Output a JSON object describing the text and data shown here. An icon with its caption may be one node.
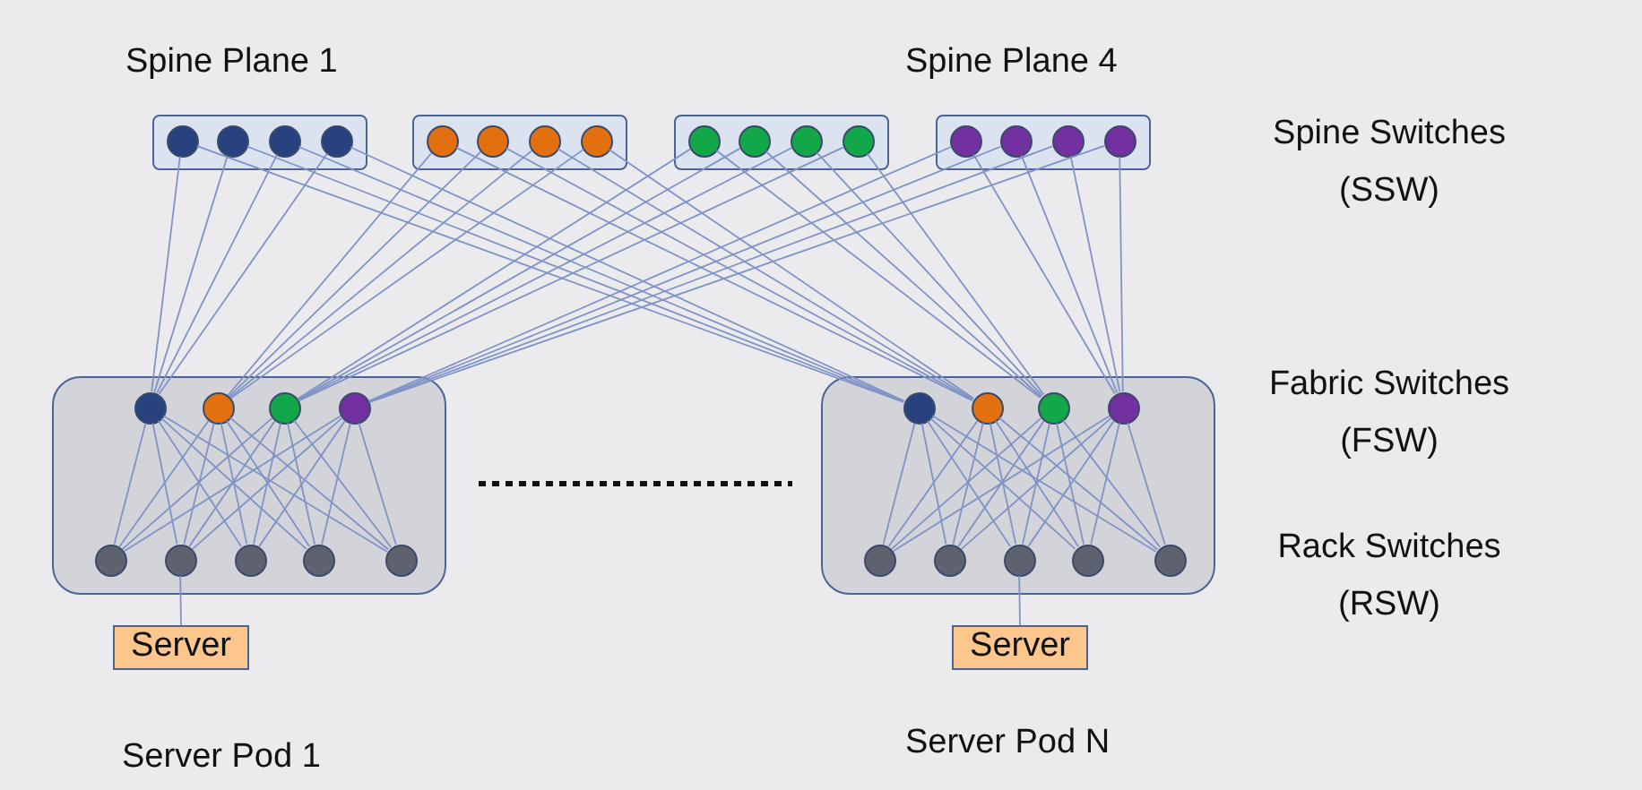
{
  "diagram": {
    "nodes": [
      {
        "text": [],
        "shape": "box",
        "beside": [
          "Spine Plane 1"
        ]
      },
      {
        "text": [],
        "shape": "box"
      },
      {
        "text": [],
        "shape": "box"
      },
      {
        "text": [],
        "shape": "box",
        "beside": [
          "Spine Plane 4"
        ]
      },
      {
        "text": [],
        "shape": "circle",
        "in": 0
      },
      {
        "text": [],
        "shape": "circle",
        "in": 0
      },
      {
        "text": [],
        "shape": "circle",
        "in": 0
      },
      {
        "text": [],
        "shape": "circle",
        "in": 0
      },
      {
        "text": [],
        "shape": "circle",
        "in": 1
      },
      {
        "text": [],
        "shape": "circle",
        "in": 1
      },
      {
        "text": [],
        "shape": "circle",
        "in": 1
      },
      {
        "text": [],
        "shape": "circle",
        "in": 1
      },
      {
        "text": [],
        "shape": "circle",
        "in": 2
      },
      {
        "text": [],
        "shape": "circle",
        "in": 2
      },
      {
        "text": [],
        "shape": "circle",
        "in": 2
      },
      {
        "text": [],
        "shape": "circle",
        "in": 2
      },
      {
        "text": [],
        "shape": "circle",
        "in": 3
      },
      {
        "text": [],
        "shape": "circle",
        "in": 3
      },
      {
        "text": [],
        "shape": "circle",
        "in": 3
      },
      {
        "text": [],
        "shape": "circle",
        "in": 3
      },
      {
        "text": [],
        "shape": "box"
      },
      {
        "text": [],
        "shape": "circle",
        "in": 20
      },
      {
        "text": [],
        "shape": "circle",
        "in": 20
      },
      {
        "text": [],
        "shape": "circle",
        "in": 20
      },
      {
        "text": [],
        "shape": "circle",
        "in": 20
      },
      {
        "text": [],
        "shape": "circle",
        "in": 20
      },
      {
        "text": [],
        "shape": "circle",
        "in": 20
      },
      {
        "text": [],
        "shape": "circle",
        "in": 20
      },
      {
        "text": [],
        "shape": "circle",
        "in": 20
      },
      {
        "text": [],
        "shape": "circle",
        "in": 20
      },
      {
        "text": [],
        "shape": "box"
      },
      {
        "text": [],
        "shape": "circle",
        "in": 30
      },
      {
        "text": [],
        "shape": "circle",
        "in": 30
      },
      {
        "text": [],
        "shape": "circle",
        "in": 30
      },
      {
        "text": [],
        "shape": "circle",
        "in": 30
      },
      {
        "text": [],
        "shape": "circle",
        "in": 30
      },
      {
        "text": [],
        "shape": "circle",
        "in": 30
      },
      {
        "text": [],
        "shape": "circle",
        "in": 30
      },
      {
        "text": [],
        "shape": "circle",
        "in": 30
      },
      {
        "text": [],
        "shape": "circle",
        "in": 30
      },
      {
        "text": [
          "Server"
        ]
      },
      {
        "text": [
          "Server"
        ]
      }
    ],
    "edges": [
      {
        "from": 4,
        "to": 21,
        "arrow": "none"
      },
      {
        "from": 4,
        "to": 31,
        "arrow": "none"
      },
      {
        "from": 5,
        "to": 21,
        "arrow": "none"
      },
      {
        "from": 5,
        "to": 31,
        "arrow": "none"
      },
      {
        "from": 6,
        "to": 21,
        "arrow": "none"
      },
      {
        "from": 6,
        "to": 31,
        "arrow": "none"
      },
      {
        "from": 7,
        "to": 21,
        "arrow": "none"
      },
      {
        "from": 7,
        "to": 31,
        "arrow": "none"
      },
      {
        "from": 8,
        "to": 22,
        "arrow": "none"
      },
      {
        "from": 8,
        "to": 32,
        "arrow": "none"
      },
      {
        "from": 9,
        "to": 22,
        "arrow": "none"
      },
      {
        "from": 9,
        "to": 32,
        "arrow": "none"
      },
      {
        "from": 10,
        "to": 22,
        "arrow": "none"
      },
      {
        "from": 10,
        "to": 32,
        "arrow": "none"
      },
      {
        "from": 11,
        "to": 22,
        "arrow": "none"
      },
      {
        "from": 11,
        "to": 32,
        "arrow": "none"
      },
      {
        "from": 12,
        "to": 23,
        "arrow": "none"
      },
      {
        "from": 12,
        "to": 33,
        "arrow": "none"
      },
      {
        "from": 13,
        "to": 23,
        "arrow": "none"
      },
      {
        "from": 13,
        "to": 33,
        "arrow": "none"
      },
      {
        "from": 14,
        "to": 23,
        "arrow": "none"
      },
      {
        "from": 14,
        "to": 33,
        "arrow": "none"
      },
      {
        "from": 15,
        "to": 23,
        "arrow": "none"
      },
      {
        "from": 15,
        "to": 33,
        "arrow": "none"
      },
      {
        "from": 16,
        "to": 24,
        "arrow": "none"
      },
      {
        "from": 16,
        "to": 34,
        "arrow": "none"
      },
      {
        "from": 17,
        "to": 24,
        "arrow": "none"
      },
      {
        "from": 17,
        "to": 34,
        "arrow": "none"
      },
      {
        "from": 18,
        "to": 24,
        "arrow": "none"
      },
      {
        "from": 18,
        "to": 34,
        "arrow": "none"
      },
      {
        "from": 19,
        "to": 24,
        "arrow": "none"
      },
      {
        "from": 19,
        "to": 34,
        "arrow": "none"
      },
      {
        "from": 21,
        "to": 25,
        "arrow": "none"
      },
      {
        "from": 21,
        "to": 26,
        "arrow": "none"
      },
      {
        "from": 21,
        "to": 27,
        "arrow": "none"
      },
      {
        "from": 21,
        "to": 28,
        "arrow": "none"
      },
      {
        "from": 21,
        "to": 29,
        "arrow": "none"
      },
      {
        "from": 22,
        "to": 25,
        "arrow": "none"
      },
      {
        "from": 22,
        "to": 26,
        "arrow": "none"
      },
      {
        "from": 22,
        "to": 27,
        "arrow": "none"
      },
      {
        "from": 22,
        "to": 28,
        "arrow": "none"
      },
      {
        "from": 22,
        "to": 29,
        "arrow": "none"
      },
      {
        "from": 23,
        "to": 25,
        "arrow": "none"
      },
      {
        "from": 23,
        "to": 26,
        "arrow": "none"
      },
      {
        "from": 23,
        "to": 27,
        "arrow": "none"
      },
      {
        "from": 23,
        "to": 28,
        "arrow": "none"
      },
      {
        "from": 23,
        "to": 29,
        "arrow": "none"
      },
      {
        "from": 24,
        "to": 25,
        "arrow": "none"
      },
      {
        "from": 24,
        "to": 26,
        "arrow": "none"
      },
      {
        "from": 24,
        "to": 27,
        "arrow": "none"
      },
      {
        "from": 24,
        "to": 28,
        "arrow": "none"
      },
      {
        "from": 24,
        "to": 29,
        "arrow": "none"
      },
      {
        "from": 31,
        "to": 35,
        "arrow": "none"
      },
      {
        "from": 31,
        "to": 36,
        "arrow": "none"
      },
      {
        "from": 31,
        "to": 37,
        "arrow": "none"
      },
      {
        "from": 31,
        "to": 38,
        "arrow": "none"
      },
      {
        "from": 31,
        "to": 39,
        "arrow": "none"
      },
      {
        "from": 32,
        "to": 35,
        "arrow": "none"
      },
      {
        "from": 32,
        "to": 36,
        "arrow": "none"
      },
      {
        "from": 32,
        "to": 37,
        "arrow": "none"
      },
      {
        "from": 32,
        "to": 38,
        "arrow": "none"
      },
      {
        "from": 32,
        "to": 39,
        "arrow": "none"
      },
      {
        "from": 33,
        "to": 35,
        "arrow": "none"
      },
      {
        "from": 33,
        "to": 36,
        "arrow": "none"
      },
      {
        "from": 33,
        "to": 37,
        "arrow": "none"
      },
      {
        "from": 33,
        "to": 38,
        "arrow": "none"
      },
      {
        "from": 33,
        "to": 39,
        "arrow": "none"
      },
      {
        "from": 34,
        "to": 35,
        "arrow": "none"
      },
      {
        "from": 34,
        "to": 36,
        "arrow": "none"
      },
      {
        "from": 34,
        "to": 37,
        "arrow": "none"
      },
      {
        "from": 34,
        "to": 38,
        "arrow": "none"
      },
      {
        "from": 34,
        "to": 39,
        "arrow": "none"
      },
      {
        "from": 26,
        "to": 40,
        "arrow": "none"
      },
      {
        "from": 37,
        "to": 41,
        "arrow": "none"
      }
    ],
    "labels": [
      "Spine Switches (SSW)",
      "Fabric Switches (FSW)",
      "Rack Switches (RSW)",
      "Server Pod 1",
      "Server Pod N"
    ]
  }
}
